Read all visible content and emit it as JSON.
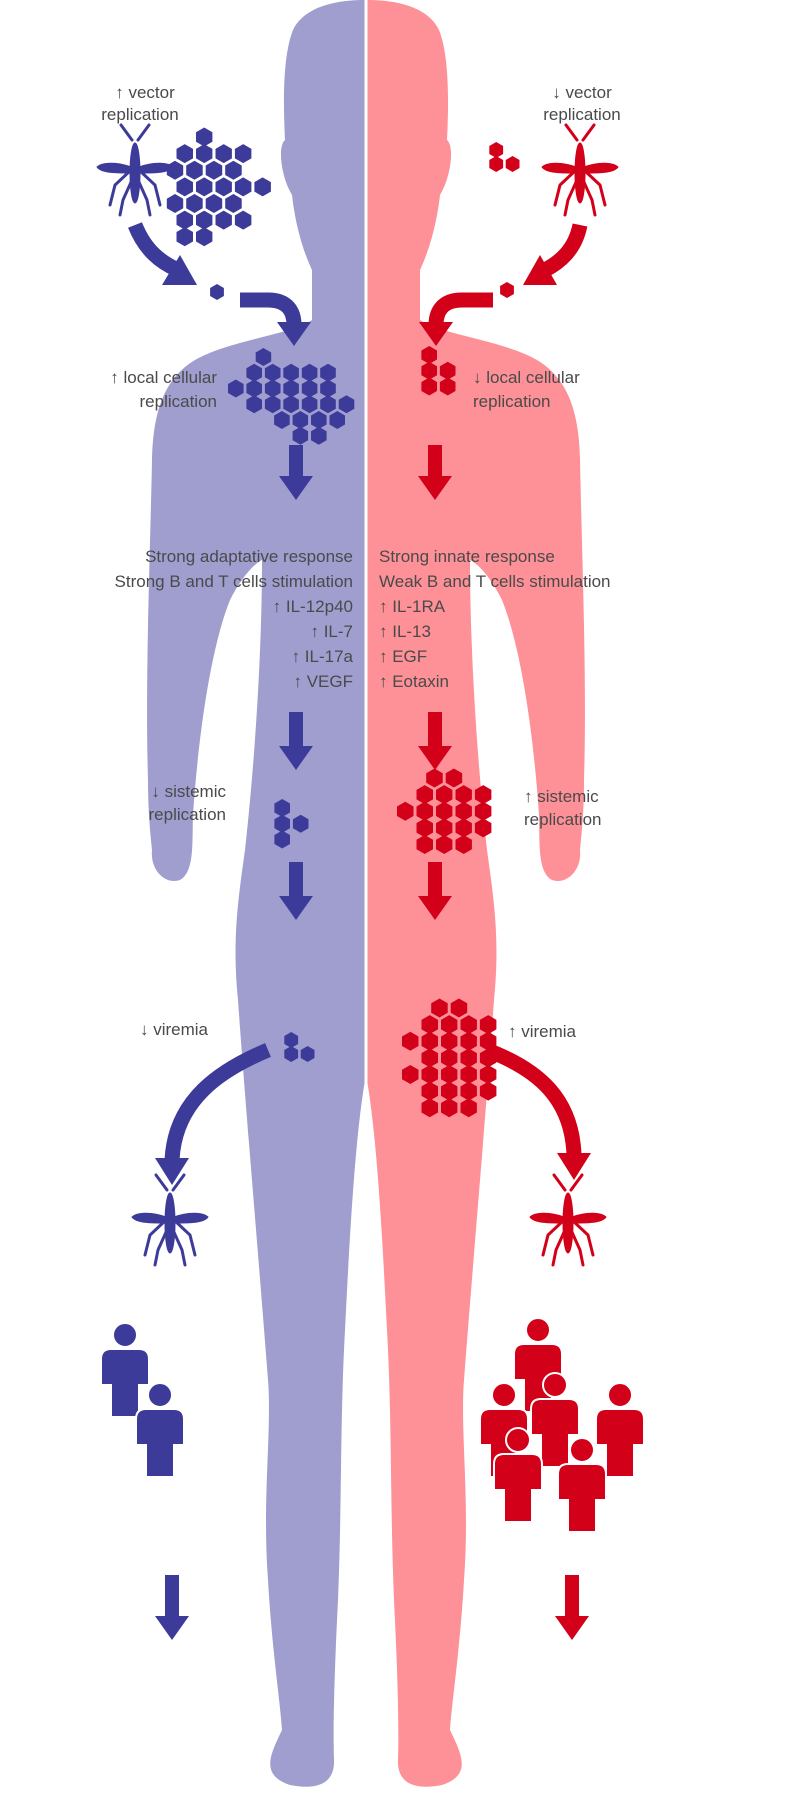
{
  "colors": {
    "left_body": "#9f9ecf",
    "left_dark": "#3d3b9a",
    "right_body": "#fe9097",
    "right_dark": "#d3001a",
    "text": "#4a4a4a"
  },
  "left": {
    "vector": [
      "↑ vector",
      "replication"
    ],
    "local": [
      "↑ local cellular",
      "replication"
    ],
    "response": [
      "Strong adaptative response",
      "Strong B and T cells stimulation",
      "↑ IL-12p40",
      "↑ IL-7",
      "↑ IL-17a",
      "↑ VEGF"
    ],
    "sistemic": [
      "↓ sistemic",
      "replication"
    ],
    "viremia": "↓ viremia"
  },
  "right": {
    "vector": [
      "↓ vector",
      "replication"
    ],
    "local": [
      "↓ local cellular",
      "replication"
    ],
    "response": [
      "Strong innate response",
      "Weak B and T cells stimulation",
      "↑ IL-1RA",
      "↑ IL-13",
      "↑ EGF",
      "↑ Eotaxin"
    ],
    "sistemic": [
      "↑ sistemic",
      "replication"
    ],
    "viremia": "↑ viremia"
  },
  "icons": [
    "mosquito-icon",
    "virus-hexagon-icon",
    "person-icon",
    "arrow-icon",
    "human-body-silhouette"
  ]
}
